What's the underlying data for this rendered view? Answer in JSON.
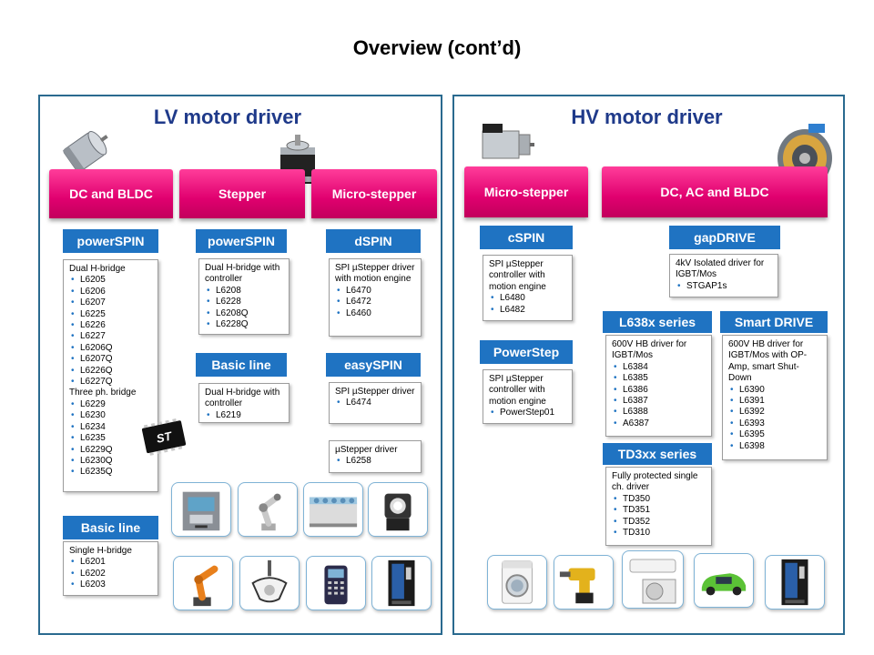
{
  "title": "Overview (cont’d)",
  "lv": {
    "title": "LV motor driver",
    "tabs": [
      "DC and BLDC",
      "Stepper",
      "Micro-stepper"
    ],
    "powerspin_dc": {
      "label": "powerSPIN",
      "heading": "Dual H-bridge",
      "items": [
        "L6205",
        "L6206",
        "L6207",
        "L6225",
        "L6226",
        "L6227",
        "L6206Q",
        "L6207Q",
        "L6226Q",
        "L6227Q"
      ],
      "heading2": "Three ph. bridge",
      "items2": [
        "L6229",
        "L6230",
        "L6234",
        "L6235",
        "L6229Q",
        "L6230Q",
        "L6235Q"
      ]
    },
    "basic_dc": {
      "label": "Basic line",
      "heading": "Single H-bridge",
      "items": [
        "L6201",
        "L6202",
        "L6203"
      ]
    },
    "powerspin_st": {
      "label": "powerSPIN",
      "heading": "Dual H-bridge with controller",
      "items": [
        "L6208",
        "L6228",
        "L6208Q",
        "L6228Q"
      ]
    },
    "basic_st": {
      "label": "Basic line",
      "heading": "Dual H-bridge with controller",
      "items": [
        "L6219"
      ]
    },
    "dspin": {
      "label": "dSPIN",
      "heading": "SPI µStepper driver with motion engine",
      "items": [
        "L6470",
        "L6472",
        "L6460"
      ]
    },
    "easyspin": {
      "label": "easySPIN",
      "heading": "SPI µStepper driver",
      "items": [
        "L6474"
      ]
    },
    "ustepper": {
      "heading": "µStepper driver",
      "items": [
        "L6258"
      ]
    }
  },
  "hv": {
    "title": "HV motor driver",
    "tabs": [
      "Micro-stepper",
      "DC, AC and BLDC"
    ],
    "cspin": {
      "label": "cSPIN",
      "heading": "SPI µStepper controller with motion engine",
      "items": [
        "L6480",
        "L6482"
      ]
    },
    "powerstep": {
      "label": "PowerStep",
      "heading": "SPI µStepper controller with motion engine",
      "items": [
        "PowerStep01"
      ]
    },
    "gapdrive": {
      "label": "gapDRIVE",
      "heading": "4kV Isolated driver for IGBT/Mos",
      "items": [
        "STGAP1s"
      ]
    },
    "l638x": {
      "label": "L638x series",
      "heading": "600V HB driver for IGBT/Mos",
      "items": [
        "L6384",
        "L6385",
        "L6386",
        "L6387",
        "L6388",
        "A6387"
      ]
    },
    "smart": {
      "label": "Smart DRIVE",
      "heading": "600V HB driver for IGBT/Mos  with OP-Amp, smart Shut-Down",
      "items": [
        "L6390",
        "L6391",
        "L6392",
        "L6393",
        "L6395",
        "L6398"
      ]
    },
    "td3xx": {
      "label": "TD3xx series",
      "heading": "Fully protected single ch. driver",
      "items": [
        "TD350",
        "TD351",
        "TD352",
        "TD310"
      ]
    }
  },
  "chip_logo": "ST",
  "colors": {
    "accent_tab": "#e0006f",
    "header_blue": "#1f73c2",
    "panel_border": "#2a6a8f",
    "panel_title": "#1f3a8a"
  }
}
